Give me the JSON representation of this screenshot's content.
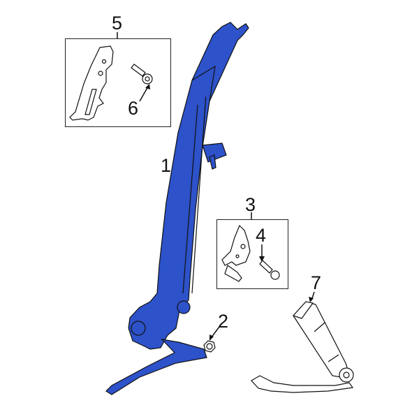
{
  "diagram": {
    "title": "Seat Belt Assembly Parts Diagram",
    "accent_color": "#2d52c9",
    "line_color": "#111111",
    "callouts": [
      {
        "number": "1",
        "part": "seat-belt-retractor-assembly",
        "highlighted": true
      },
      {
        "number": "2",
        "part": "nut"
      },
      {
        "number": "3",
        "part": "anchor-bracket-kit-group"
      },
      {
        "number": "4",
        "part": "bolt"
      },
      {
        "number": "5",
        "part": "height-adjuster-group"
      },
      {
        "number": "6",
        "part": "bolt"
      },
      {
        "number": "7",
        "part": "buckle-assembly"
      }
    ]
  }
}
